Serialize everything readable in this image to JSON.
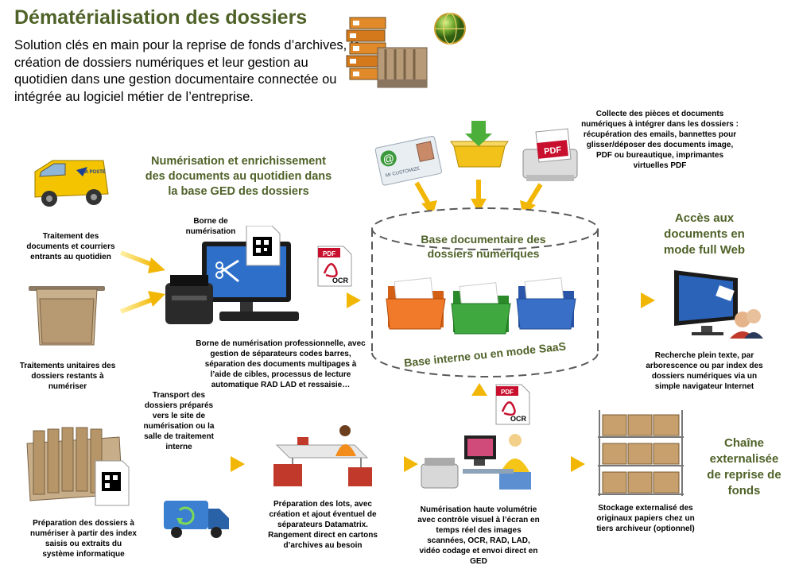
{
  "header": {
    "title": "Dématérialisation des dossiers",
    "intro": "Solution clés en main pour la reprise de fonds d’archives, la création de dossiers numériques et leur gestion au quotidien dans une gestion documentaire connectée ou intégrée au logiciel métier de l’entreprise."
  },
  "headings": {
    "numerisation": "Numérisation et enrichissement des documents au quotidien dans la base GED des dossiers",
    "acces": "Accès aux documents en mode full Web",
    "chaine": "Chaîne externalisée de reprise de fonds"
  },
  "database": {
    "title": "Base documentaire des dossiers numériques",
    "subtitle": "Base interne ou en mode SaaS"
  },
  "captions": {
    "collecte": "Collecte des pièces et documents numériques à intégrer dans les dossiers : récupération des emails, bannettes pour glisser/déposer des documents image, PDF ou bureautique, imprimantes virtuelles PDF",
    "traitement_courriers": "Traitement des documents et courriers entrants au quotidien",
    "traitements_unitaires": "Traitements unitaires des dossiers restants à numériser",
    "borne_label": "Borne de numérisation",
    "borne_desc": "Borne de numérisation professionnelle, avec gestion de séparateurs codes barres, séparation des documents multipages à l’aide de cibles, processus de lecture automatique RAD LAD et ressaisie…",
    "recherche": "Recherche plein texte, par arborescence ou par index des dossiers numériques via un simple navigateur Internet",
    "transport": "Transport des dossiers préparés vers le site de numérisation ou la salle de traitement interne",
    "preparation_dossiers": "Préparation des dossiers à numériser à partir des index saisis ou extraits du système informatique",
    "preparation_lots": "Préparation des lots, avec création et ajout éventuel de séparateurs Datamatrix. Rangement direct en cartons d’archives au besoin",
    "haute_volumetrie": "Numérisation haute volumétrie avec contrôle visuel à l’écran en temps réel des images scannées, OCR, RAD, LAD, vidéo codage et envoi direct en GED",
    "stockage": "Stockage externalisé des originaux papiers chez un tiers archiveur (optionnel)"
  },
  "icons": {
    "pdf_label": "PDF",
    "ocr_label": "OCR",
    "email_card": "Mr CUSTOMIZE",
    "van_label": "LA POSTE"
  },
  "colors": {
    "heading_green": "#4f6228",
    "arrow_gold": "#f2b705",
    "folder_orange": "#f07a2a",
    "folder_green": "#3fa93f",
    "folder_blue": "#3a6fc8",
    "pdf_red": "#c8102e"
  }
}
